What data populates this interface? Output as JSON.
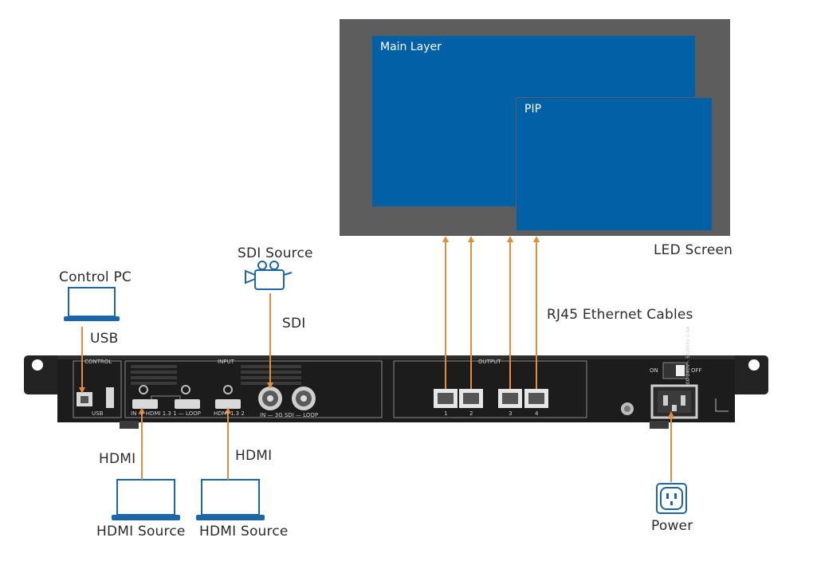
{
  "screen": {
    "label": "LED Screen",
    "main_layer_label": "Main Layer",
    "pip_label": "PIP"
  },
  "sources": {
    "control_pc": "Control PC",
    "usb_cable": "USB",
    "sdi_source": "SDI Source",
    "sdi_cable": "SDI",
    "hdmi_cable_1": "HDMI",
    "hdmi_cable_2": "HDMI",
    "hdmi_source_1": "HDMI Source",
    "hdmi_source_2": "HDMI Source",
    "ethernet_cables": "RJ45 Ethernet Cables",
    "power": "Power"
  },
  "device": {
    "control_section": "CONTROL",
    "usb_port": "USB",
    "input_section": "INPUT",
    "hdmi_port_1": "IN — HDMI 1.3 1 — LOOP",
    "hdmi_port_2": "HDMI 1.3 2",
    "sdi_ports": "IN — 3G SDI — LOOP",
    "output_section": "OUTPUT",
    "output_ports": [
      "1",
      "2",
      "3",
      "4"
    ],
    "switch_on": "ON",
    "switch_off": "OFF",
    "power_rating": "100-240V~ 50/60Hz 0.8A"
  },
  "colors": {
    "cable": "#e58b3a",
    "screen_frame": "#5d5d5d",
    "layer_blue": "#0160a6",
    "icon_blue": "#1a66a8",
    "chassis": "#1e1e1e"
  }
}
